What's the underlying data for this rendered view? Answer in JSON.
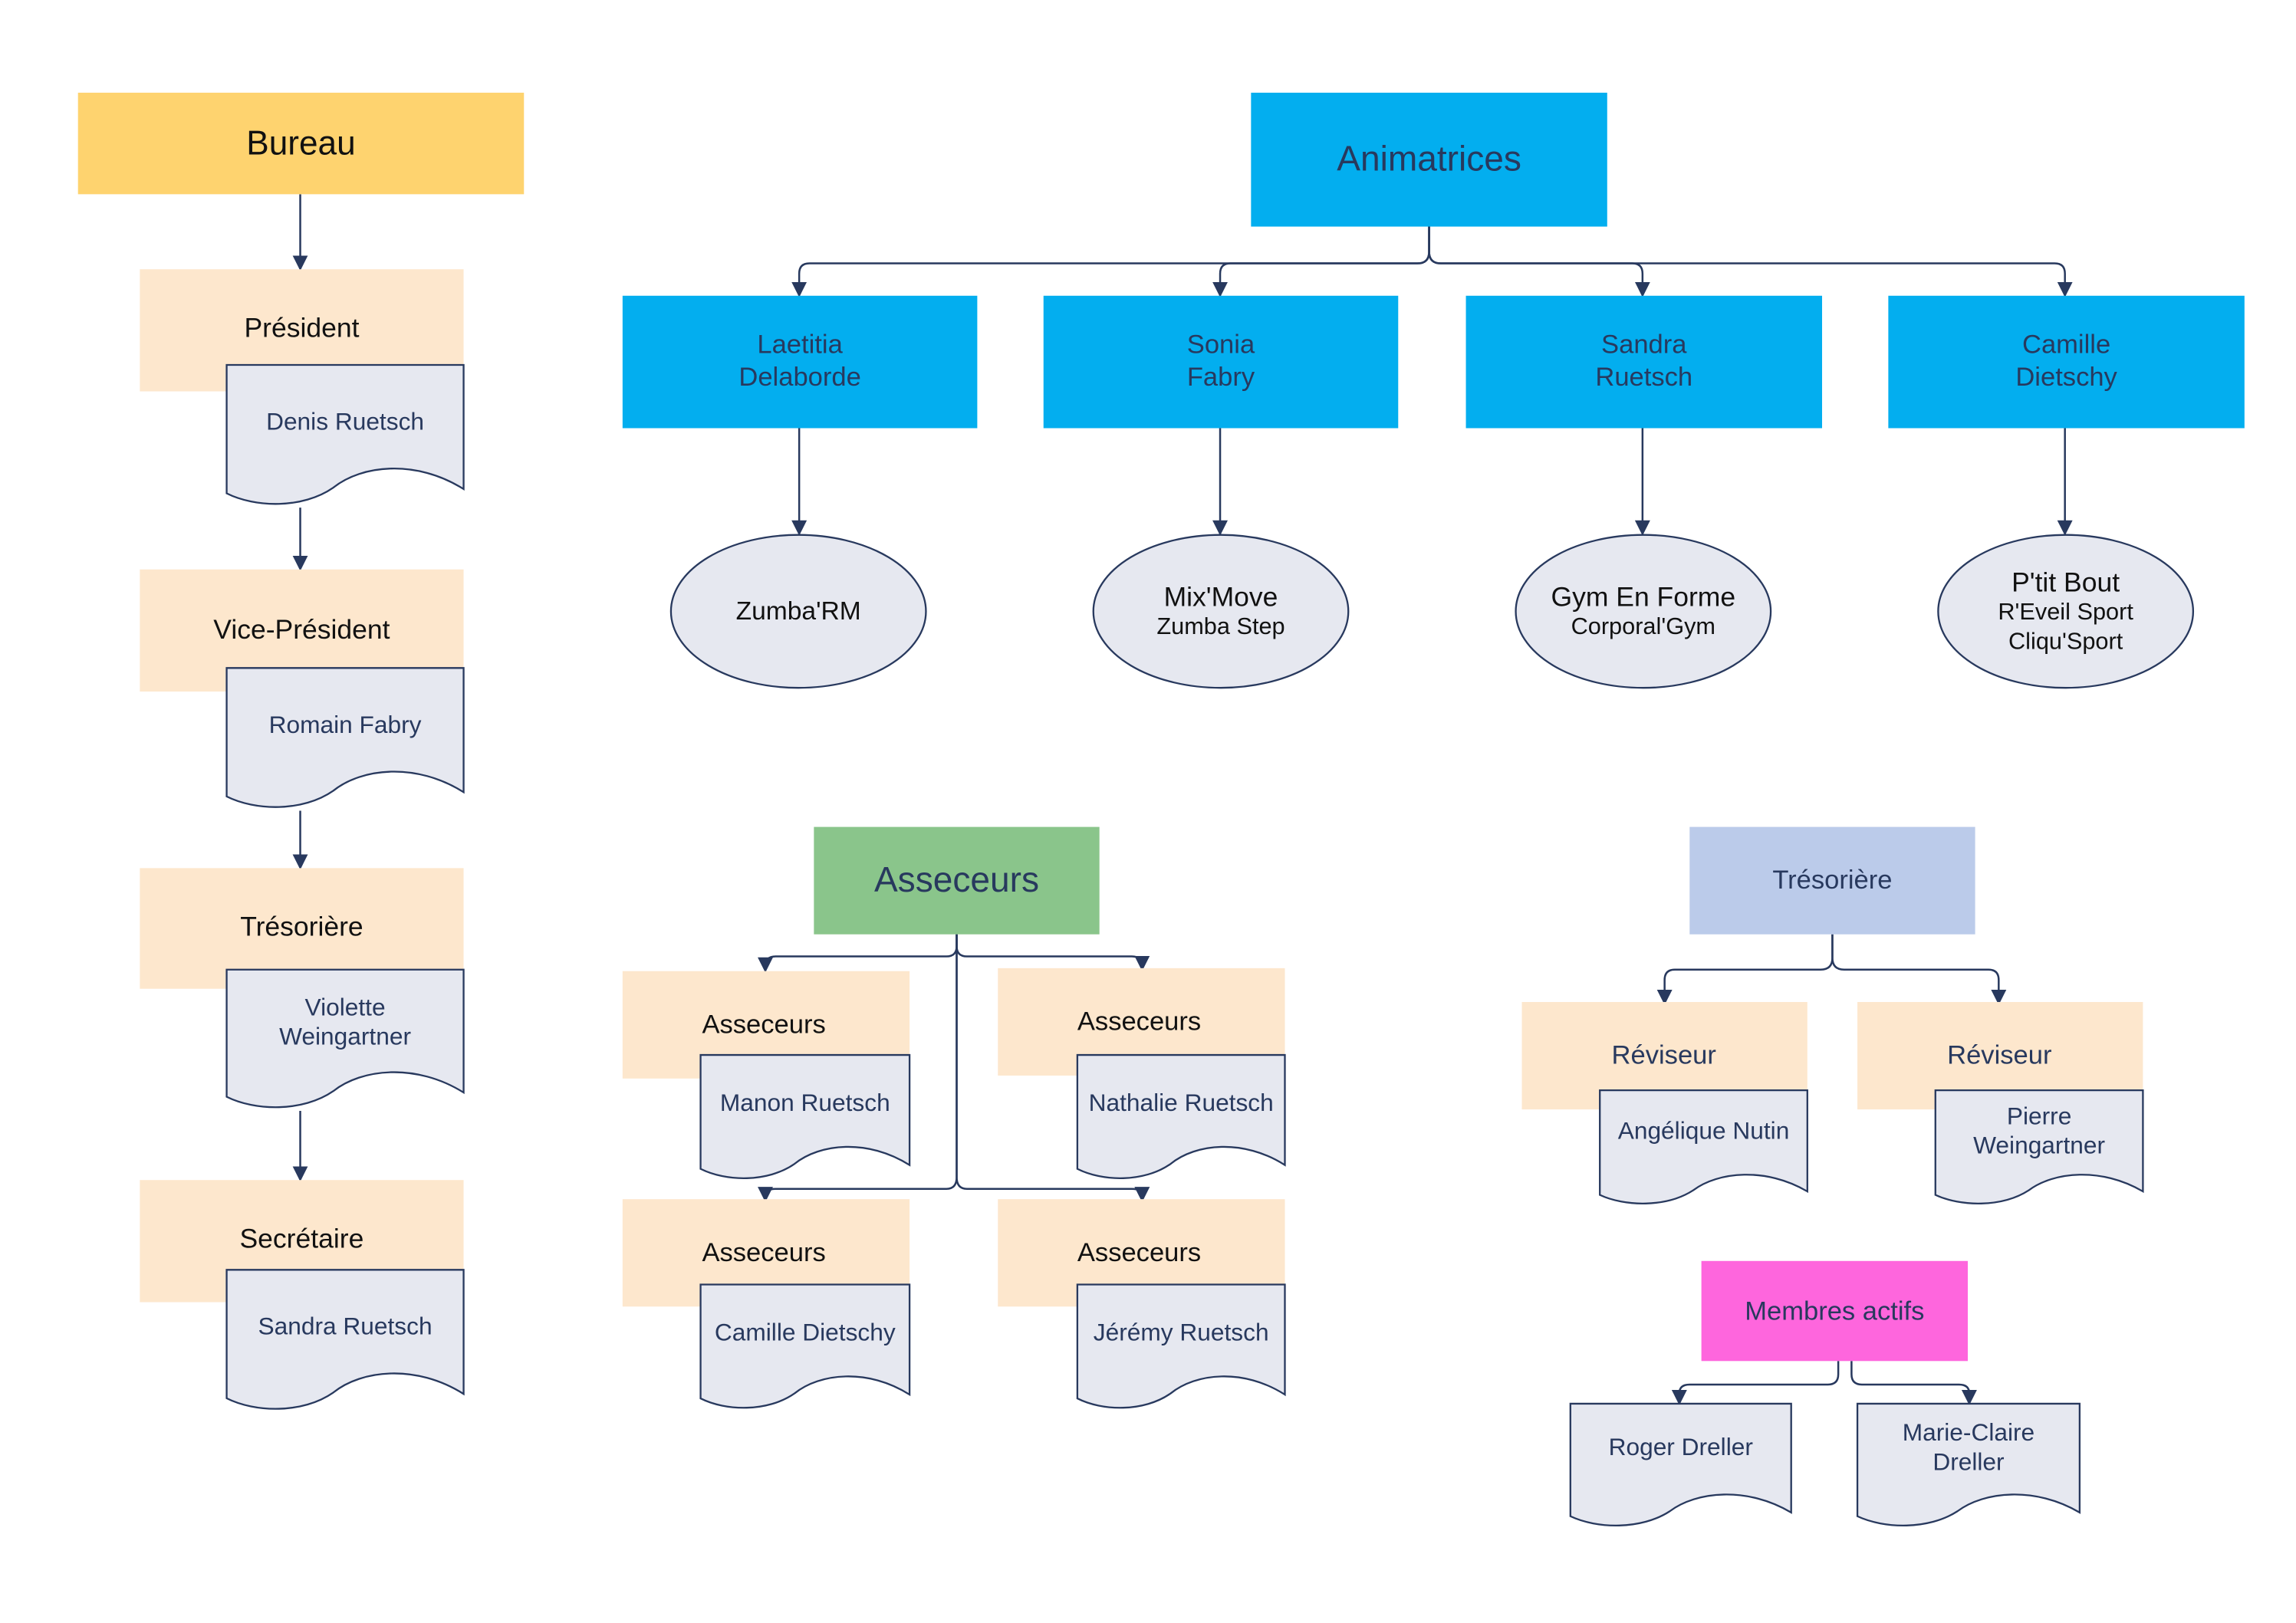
{
  "colors": {
    "bureau_header": "#fed36f",
    "role_fill": "#fde7cd",
    "document_fill": "#e6e8f0",
    "stroke": "#28395e",
    "animatrices": "#03aeef",
    "asseceurs_header": "#8ac58b",
    "tresoriere_header": "#bbcbea",
    "membres_header": "#fe66dd",
    "activity_fill": "#e6e8f0"
  },
  "bureau": {
    "title": "Bureau",
    "members": [
      {
        "role": "Président",
        "name": "Denis Ruetsch"
      },
      {
        "role": "Vice-Président",
        "name": "Romain Fabry"
      },
      {
        "role": "Trésorière",
        "name": "Violette Weingartner"
      },
      {
        "role": "Secrétaire",
        "name": "Sandra Ruetsch"
      }
    ]
  },
  "animatrices": {
    "title": "Animatrices",
    "people": [
      {
        "name": "Laetitia Delaborde",
        "activities": [
          "Zumba'RM"
        ]
      },
      {
        "name": "Sonia Fabry",
        "activities": [
          "Mix'Move",
          "Zumba Step"
        ]
      },
      {
        "name": "Sandra Ruetsch",
        "activities": [
          "Gym En Forme",
          "Corporal'Gym"
        ]
      },
      {
        "name": "Camille Dietschy",
        "activities": [
          "P'tit Bout",
          "R'Eveil Sport",
          "Cliqu'Sport"
        ]
      }
    ]
  },
  "asseceurs": {
    "title": "Asseceurs",
    "members": [
      {
        "role": "Asseceurs",
        "name": "Manon Ruetsch"
      },
      {
        "role": "Asseceurs",
        "name": "Nathalie Ruetsch"
      },
      {
        "role": "Asseceurs",
        "name": "Camille Dietschy"
      },
      {
        "role": "Asseceurs",
        "name": "Jérémy Ruetsch"
      }
    ]
  },
  "tresoriere": {
    "title": "Trésorière",
    "members": [
      {
        "role": "Réviseur",
        "name": "Angélique Nutin"
      },
      {
        "role": "Réviseur",
        "name": "Pierre Weingartner"
      }
    ]
  },
  "membres_actifs": {
    "title": "Membres actifs",
    "members": [
      "Roger Dreller",
      "Marie-Claire Dreller"
    ]
  }
}
